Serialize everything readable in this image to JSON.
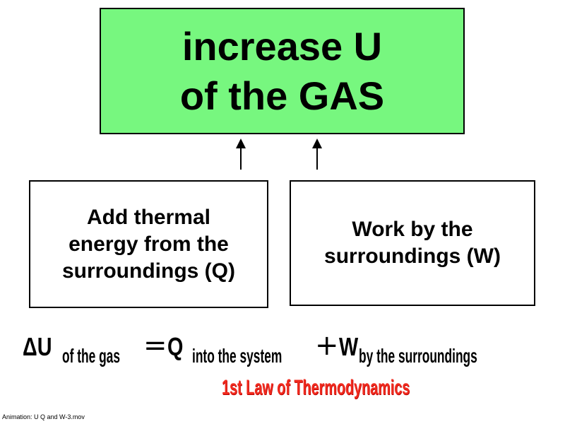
{
  "top_box": {
    "line1": "increase U",
    "line2": "of the GAS",
    "color": "#77f77f"
  },
  "left_box": {
    "line1": "Add thermal",
    "line2": "energy from the",
    "line3": "surroundings (Q)"
  },
  "right_box": {
    "line1": "Work by the",
    "line2": "surroundings (W)"
  },
  "equation": {
    "delta_u": "ΔU",
    "u_sub": "of the gas",
    "equals": "=",
    "q": "Q",
    "q_sub": "into the system",
    "plus": "+",
    "w": "W",
    "w_sub": "by the surroundings"
  },
  "law": {
    "text": "1st Law of Thermodynamics",
    "color": "#f02a1e"
  },
  "caption": "Animation: U Q and W-3.mov"
}
